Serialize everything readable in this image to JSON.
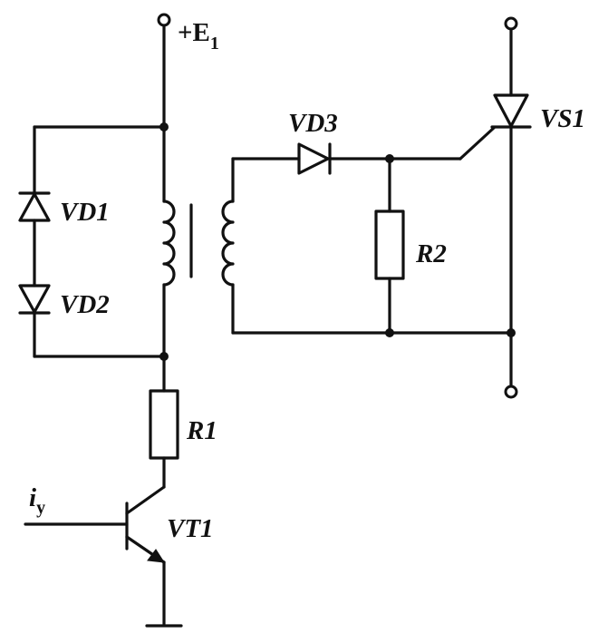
{
  "labels": {
    "supply": "+E",
    "supply_sub": "1",
    "vd1": "VD1",
    "vd2": "VD2",
    "vd3": "VD3",
    "vs1": "VS1",
    "r1": "R1",
    "r2": "R2",
    "vt1": "VT1",
    "input": "i",
    "input_sub": "y"
  }
}
